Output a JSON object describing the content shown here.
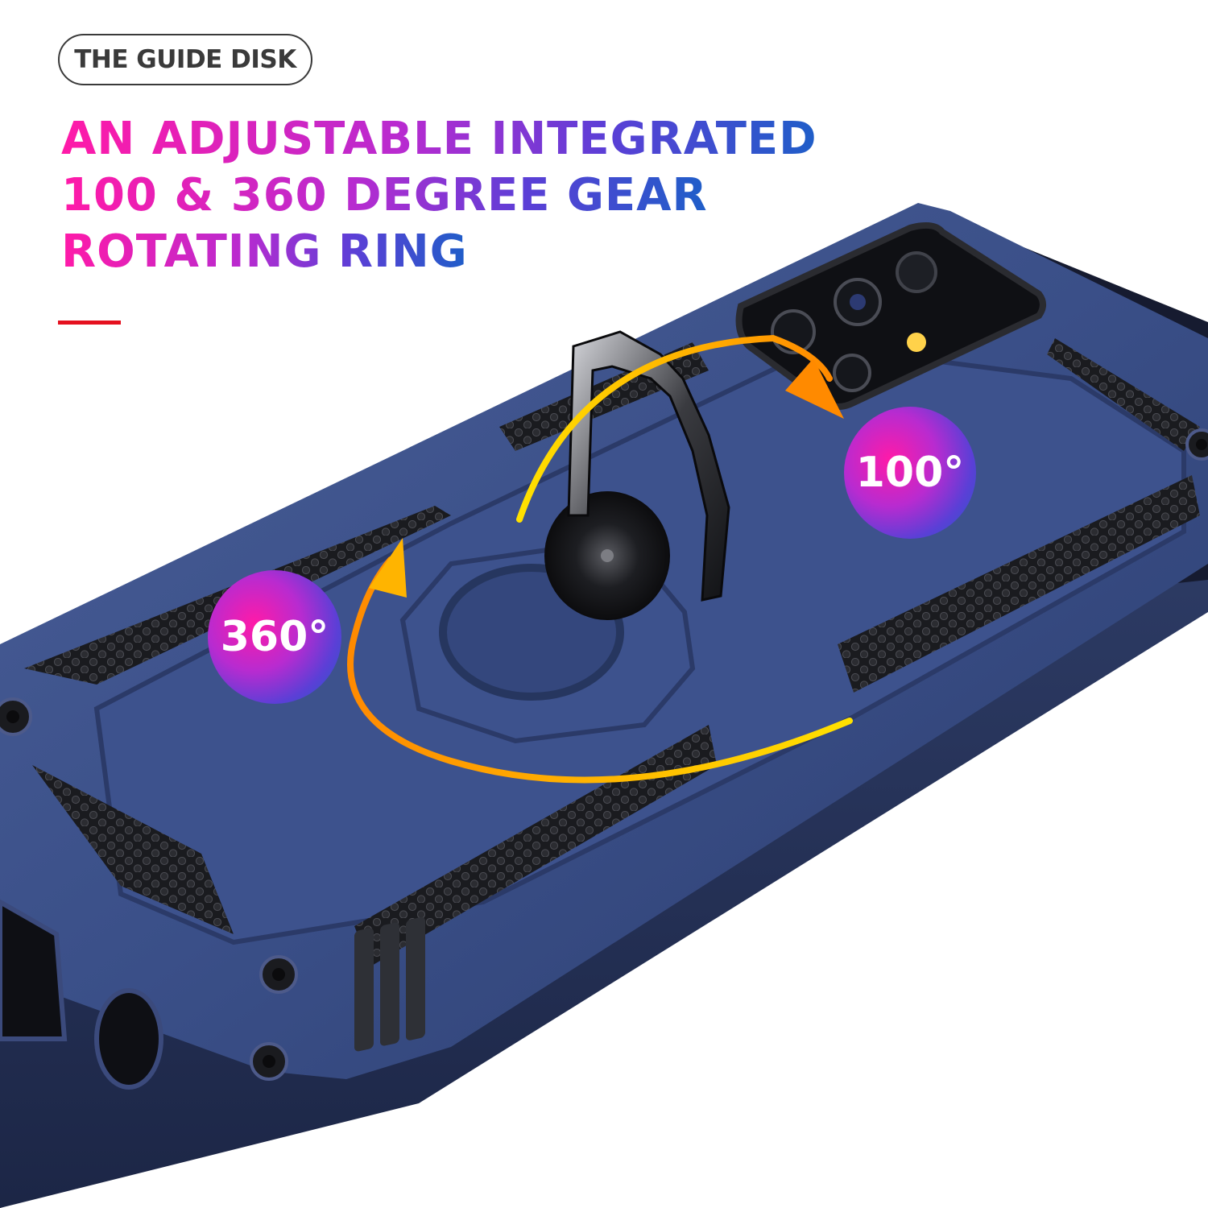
{
  "badge_label": "THE GUIDE DISK",
  "headline": {
    "lines": [
      "AN ADJUSTABLE INTEGRATED",
      "100 & 360 DEGREE GEAR",
      "ROTATING RING"
    ]
  },
  "callouts": {
    "angle_a": "100°",
    "angle_b": "360°"
  },
  "colors": {
    "headline_gradient": [
      "#ff1aa8",
      "#b82bd0",
      "#5b3fd6",
      "#1f5ec8"
    ],
    "case_blue": "#34487e",
    "accent_red": "#e5101f",
    "arrow_orange": "#ff8a00",
    "arrow_yellow": "#ffe100"
  },
  "icons": {
    "ring_holder": "kickstand-ring-icon",
    "camera": "camera-module-icon"
  }
}
